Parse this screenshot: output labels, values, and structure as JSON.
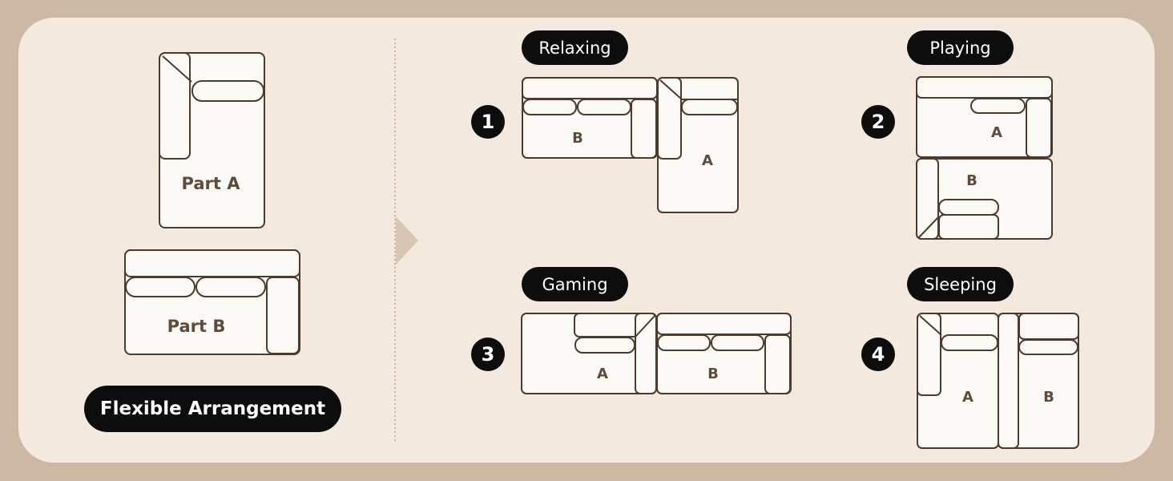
{
  "left": {
    "part_a_label": "Part A",
    "part_b_label": "Part B",
    "button_label": "Flexible Arrangement"
  },
  "arrangements": [
    {
      "number": "1",
      "title": "Relaxing",
      "label_a": "A",
      "label_b": "B"
    },
    {
      "number": "2",
      "title": "Playing",
      "label_a": "A",
      "label_b": "B"
    },
    {
      "number": "3",
      "title": "Gaming",
      "label_a": "A",
      "label_b": "B"
    },
    {
      "number": "4",
      "title": "Sleeping",
      "label_a": "A",
      "label_b": "B"
    }
  ],
  "colors": {
    "outer_bg": "#cdb9a3",
    "panel_bg": "#f3e9df",
    "sofa_fill": "#fbf9f6",
    "sofa_stroke": "#4c3a2c",
    "label_text": "#5e4b3b",
    "pill_bg": "#0d0d0d",
    "divider": "#d59a78",
    "arrow": "#d8c6b3"
  },
  "icons": {
    "divider": "dotted-divider",
    "arrow": "right-triangle-arrow-icon"
  }
}
